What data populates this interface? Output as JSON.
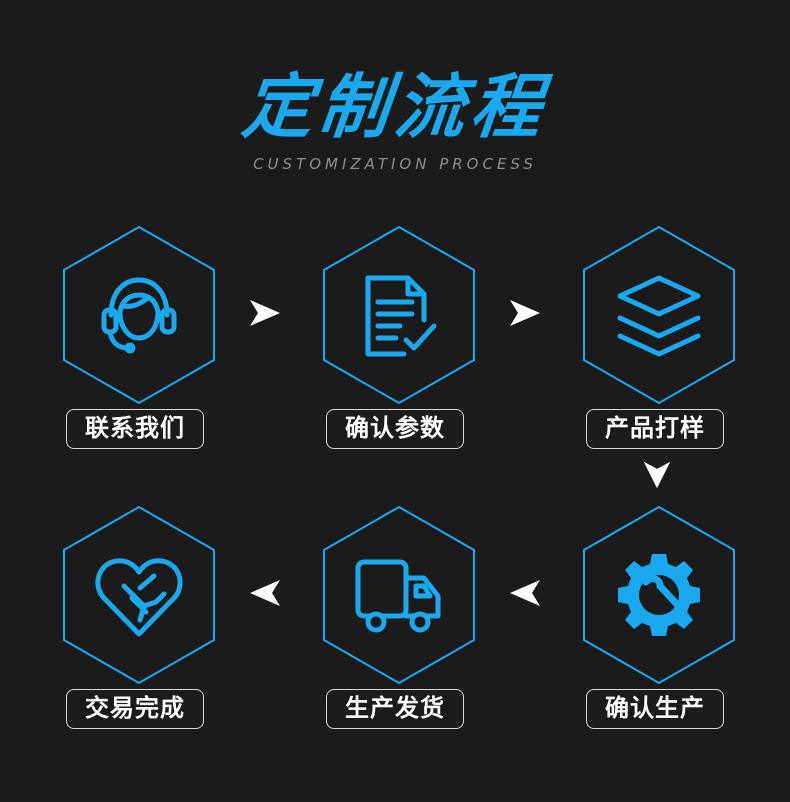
{
  "header": {
    "title": "定制流程",
    "subtitle": "CUSTOMIZATION PROCESS"
  },
  "steps": [
    {
      "label": "联系我们",
      "icon": "headset-support-icon"
    },
    {
      "label": "确认参数",
      "icon": "document-check-icon"
    },
    {
      "label": "产品打样",
      "icon": "layers-icon"
    },
    {
      "label": "确认生产",
      "icon": "gear-wrench-icon"
    },
    {
      "label": "生产发货",
      "icon": "delivery-truck-icon"
    },
    {
      "label": "交易完成",
      "icon": "heart-handshake-icon"
    }
  ],
  "colors": {
    "accent": "#1aa9ee",
    "background": "#1b1b1c",
    "label_border": "#d8d8d8",
    "subtitle": "#8e8e8e"
  }
}
